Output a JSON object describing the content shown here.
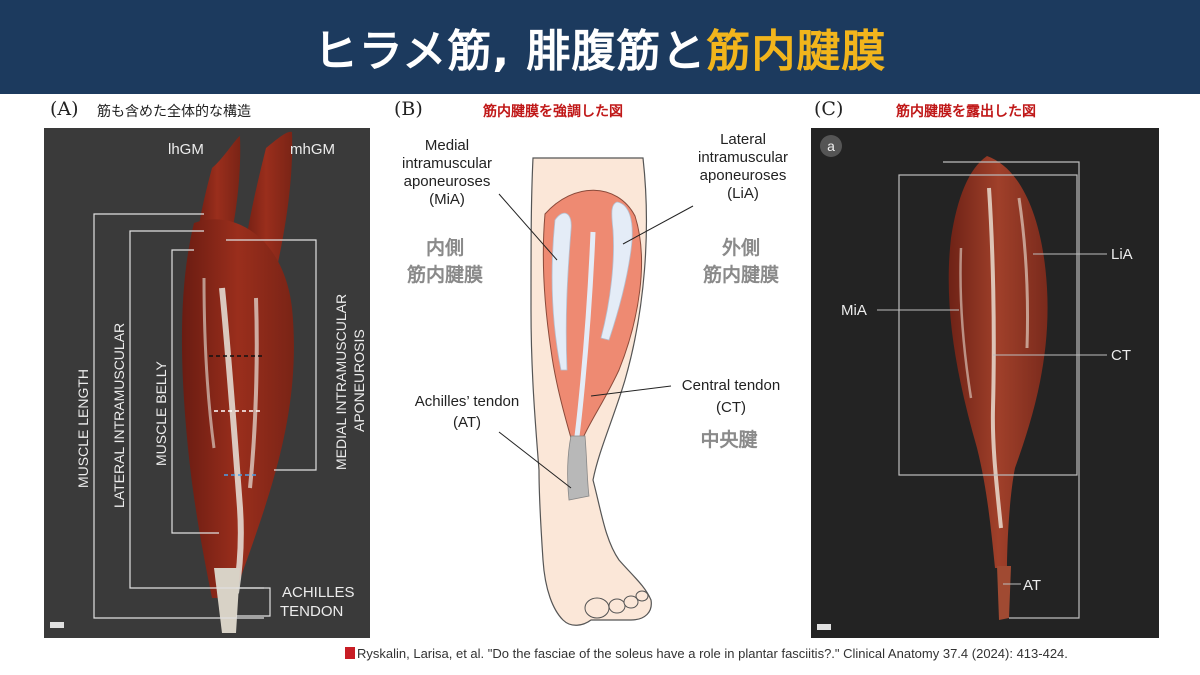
{
  "title": {
    "part1": "ヒラメ筋, 腓腹筋",
    "connector": "と",
    "highlight": "筋内腱膜"
  },
  "panels": {
    "a": {
      "letter": "(A)",
      "caption": "筋も含めた全体的な構造",
      "labels": {
        "lhgm": "lhGM",
        "mhgm": "mhGM",
        "muscle_length": "MUSCLE LENGTH",
        "lateral_intramuscular": "LATERAL INTRAMUSCULAR",
        "muscle_belly": "MUSCLE BELLY",
        "medial_line1": "MEDIAL INTRAMUSCULAR",
        "medial_line2": "APONEUROSIS",
        "achilles_line1": "ACHILLES",
        "achilles_line2": "TENDON"
      }
    },
    "b": {
      "letter": "(B)",
      "caption": "筋内腱膜を強調した図",
      "labels": {
        "mia_1": "Medial",
        "mia_2": "intramuscular",
        "mia_3": "aponeuroses",
        "mia_4": "(MiA)",
        "lia_1": "Lateral",
        "lia_2": "intramuscular",
        "lia_3": "aponeuroses",
        "lia_4": "(LiA)",
        "medial_jp_1": "内側",
        "medial_jp_2": "筋内腱膜",
        "lateral_jp_1": "外側",
        "lateral_jp_2": "筋内腱膜",
        "ct_1": "Central tendon",
        "ct_2": "(CT)",
        "ct_jp": "中央腱",
        "at_1": "Achilles’ tendon",
        "at_2": "(AT)"
      }
    },
    "c": {
      "letter": "(C)",
      "caption": "筋内腱膜を露出した図",
      "labels": {
        "corner": "a",
        "lia": "LiA",
        "mia": "MiA",
        "ct": "CT",
        "at": "AT"
      }
    }
  },
  "citation": "Ryskalin, Larisa, et al. \"Do the fasciae of the soleus have a role in plantar fasciitis?.\" Clinical Anatomy 37.4 (2024): 413-424.",
  "colors": {
    "title_bg": "#1c3a5e",
    "title_highlight": "#f2b51c",
    "caption_red": "#c01818",
    "muscle": "#ee8a72",
    "aponeurosis": "#e4ecf7",
    "tendon": "#b8b8b8",
    "skin": "#fbe7d8",
    "annotation_gray": "#8a8a8a"
  }
}
